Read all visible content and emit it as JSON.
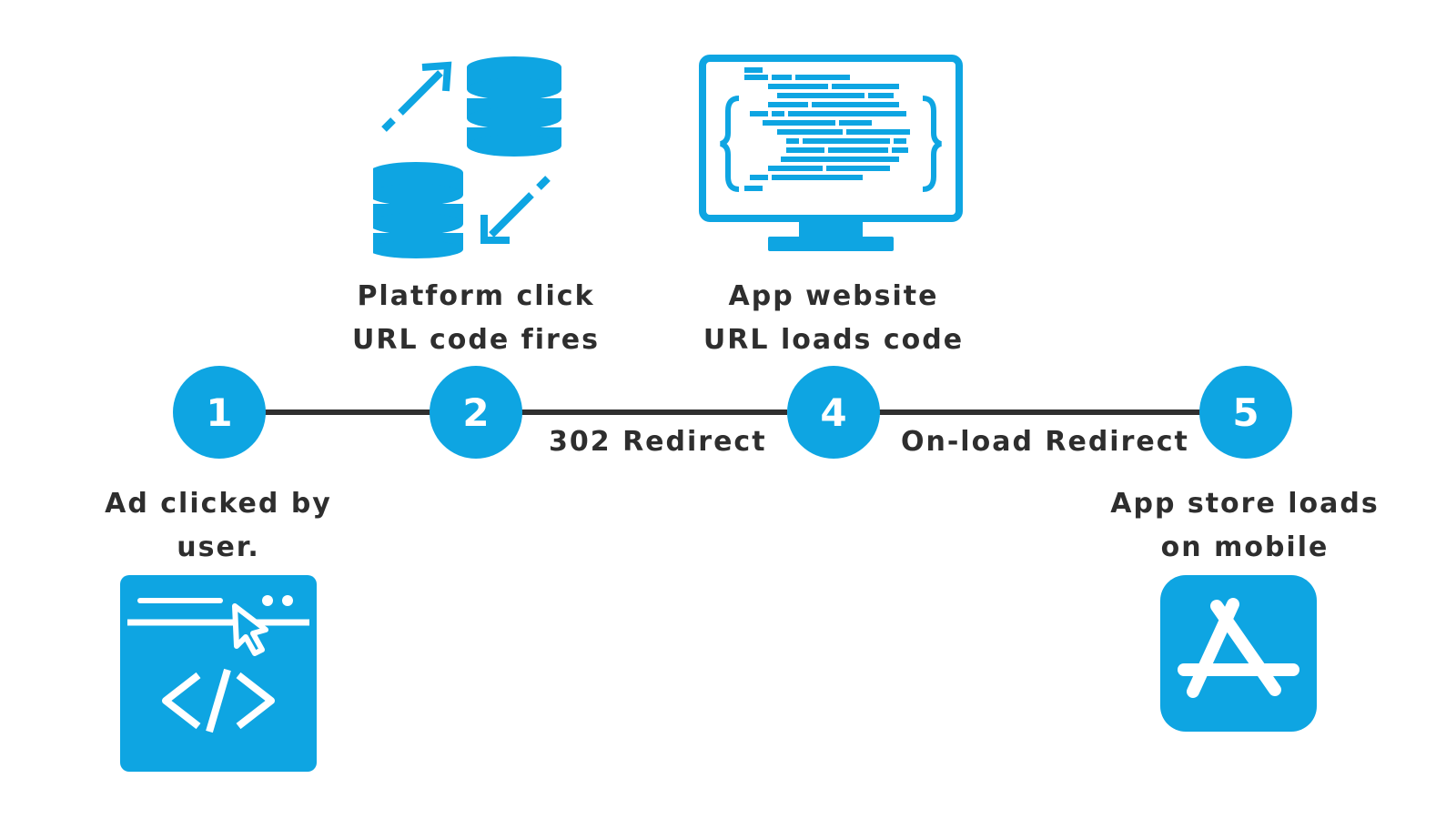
{
  "colors": {
    "accent": "#0ea5e2",
    "line": "#2f2f2f",
    "text": "#2e2e2e"
  },
  "steps": [
    {
      "number": "1",
      "label_line1": "Ad clicked by",
      "label_line2": "user.",
      "icon": "browser-code-cursor-icon"
    },
    {
      "number": "2",
      "label_line1": "Platform click",
      "label_line2": "URL code fires",
      "icon": "database-sync-icon"
    },
    {
      "number": "4",
      "label_line1": "App website",
      "label_line2": "URL loads code",
      "icon": "monitor-code-icon"
    },
    {
      "number": "5",
      "label_line1": "App store loads",
      "label_line2": "on mobile",
      "icon": "app-store-icon"
    }
  ],
  "edges": [
    {
      "from": "2",
      "to": "4",
      "label": "302 Redirect"
    },
    {
      "from": "4",
      "to": "5",
      "label": "On-load Redirect"
    }
  ]
}
